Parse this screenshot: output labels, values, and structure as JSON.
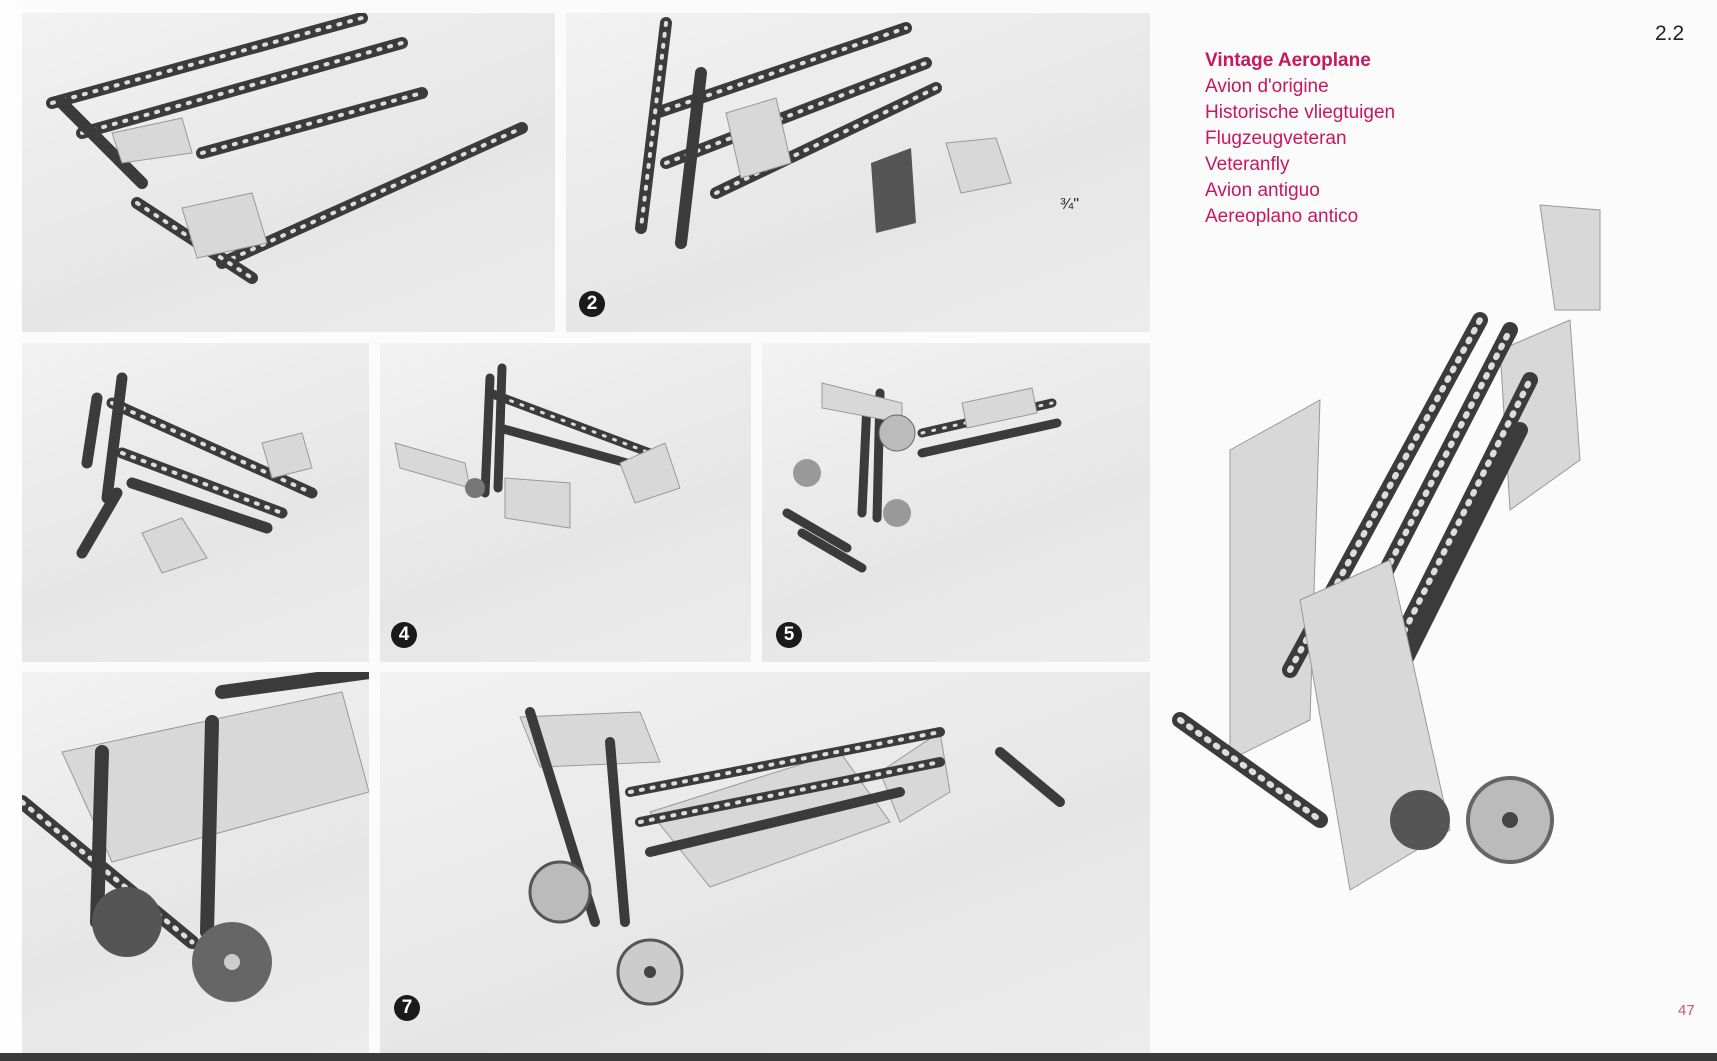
{
  "section_number": "2.2",
  "title": {
    "main": "Vintage Aeroplane",
    "translations": [
      "Avion d'origine",
      "Historische vliegtuigen",
      "Flugzeugveteran",
      "Veteranfly",
      "Avion antiguo",
      "Aereoplano antico"
    ]
  },
  "steps": [
    "2",
    "4",
    "5",
    "7"
  ],
  "dimension_label": "¾\"",
  "page_number": "47",
  "colors": {
    "title": "#c8175d",
    "step_badge": "#1a1a1a"
  }
}
